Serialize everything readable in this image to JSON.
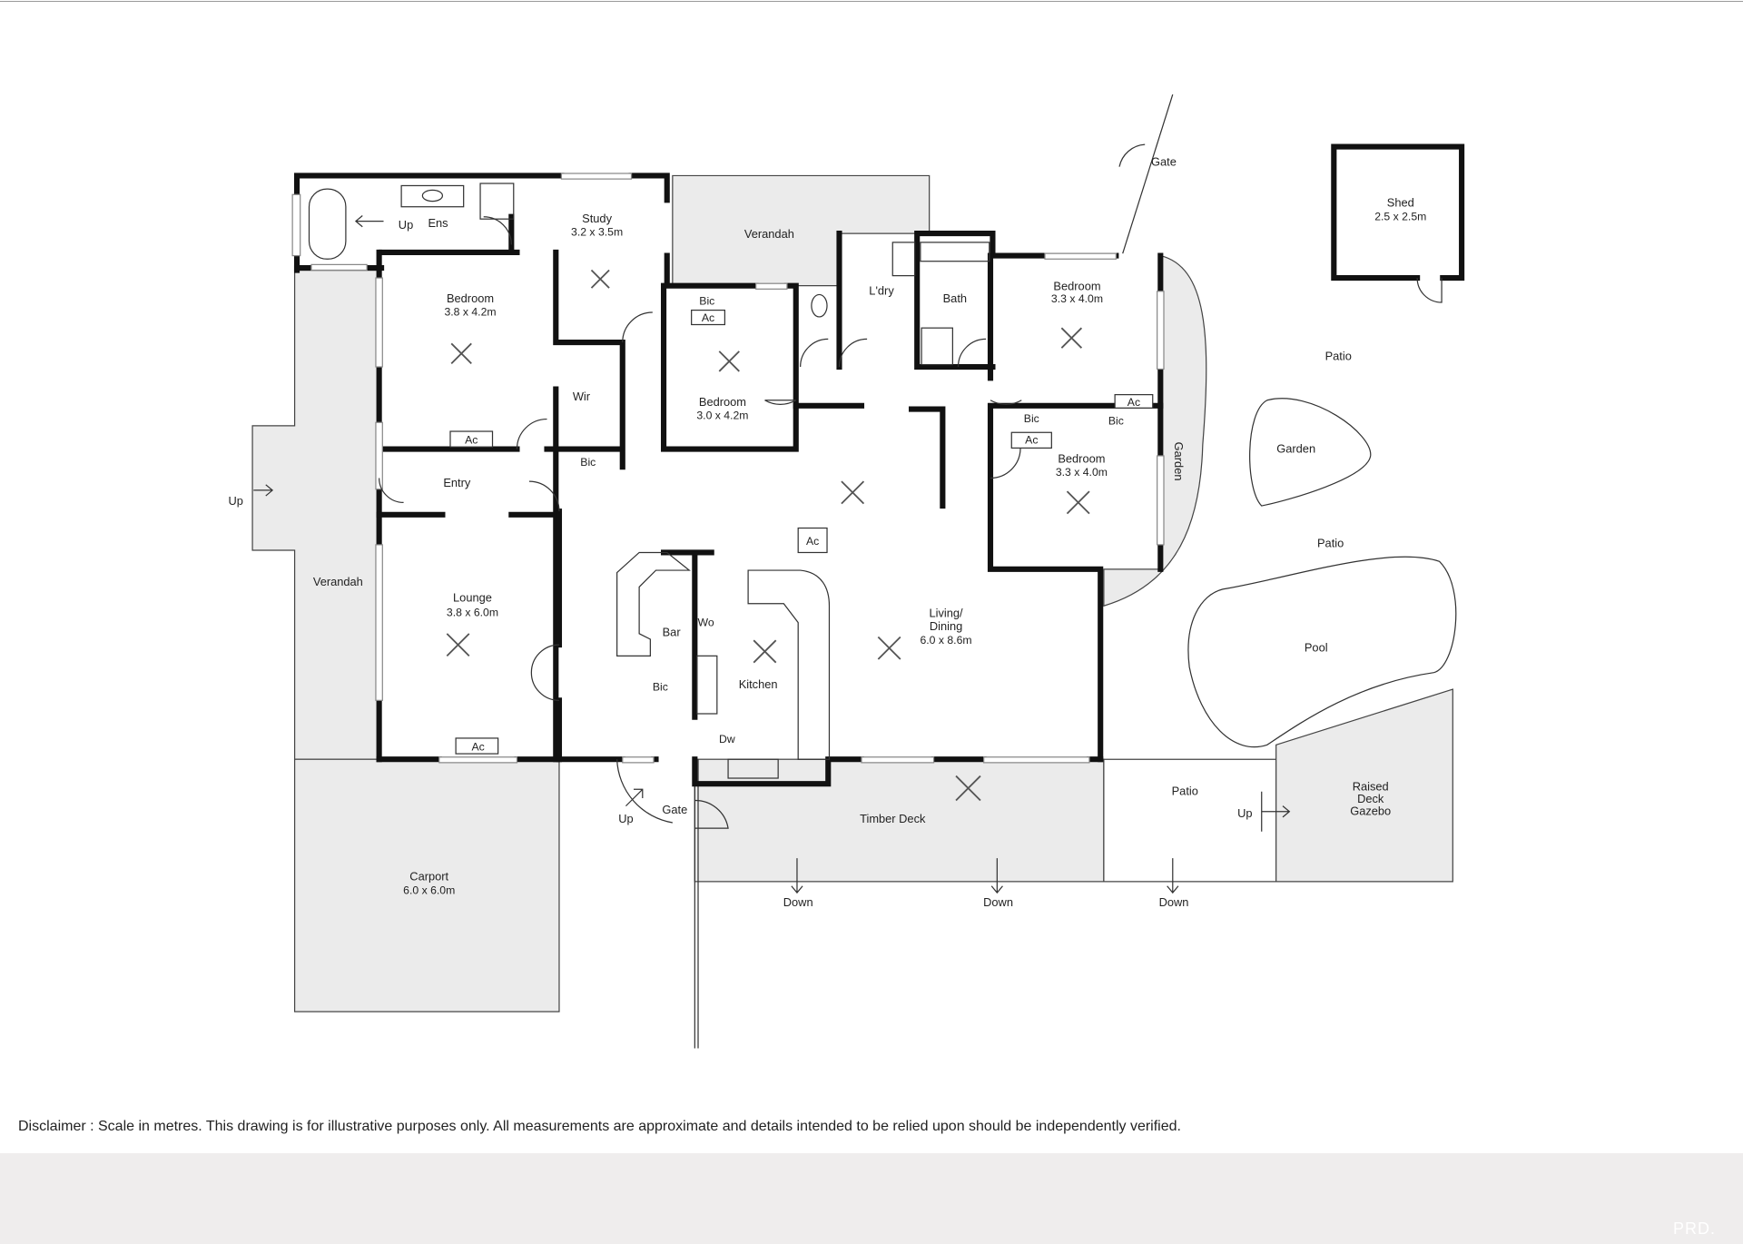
{
  "rooms": {
    "ens": "Ens",
    "study": {
      "name": "Study",
      "size": "3.2 x 3.5m"
    },
    "verandah_top": "Verandah",
    "laundry": "L'dry",
    "bath": "Bath",
    "bedroom1": {
      "name": "Bedroom",
      "size": "3.8 x 4.2m"
    },
    "bedroom2": {
      "name": "Bedroom",
      "size": "3.0 x 4.2m"
    },
    "bedroom3": {
      "name": "Bedroom",
      "size": "3.3 x 4.0m"
    },
    "bedroom4": {
      "name": "Bedroom",
      "size": "3.3 x 4.0m"
    },
    "wir": "Wir",
    "entry": "Entry",
    "lounge": {
      "name": "Lounge",
      "size": "3.8 x 6.0m"
    },
    "verandah_left": "Verandah",
    "bar": "Bar",
    "kitchen": "Kitchen",
    "living": {
      "line1": "Living/",
      "line2": "Dining",
      "size": "6.0 x 8.6m"
    },
    "carport": {
      "name": "Carport",
      "size": "6.0 x 6.0m"
    },
    "timber_deck": "Timber Deck",
    "garden_side": "Garden",
    "garden": "Garden",
    "pool": "Pool",
    "patio1": "Patio",
    "patio2": "Patio",
    "patio3": "Patio",
    "shed": {
      "name": "Shed",
      "size": "2.5 x 2.5m"
    },
    "gazebo": {
      "line1": "Raised",
      "line2": "Deck",
      "line3": "Gazebo"
    }
  },
  "fixtures": {
    "ac": "Ac",
    "bic": "Bic",
    "wo": "Wo",
    "dw": "Dw"
  },
  "markers": {
    "up": "Up",
    "down": "Down",
    "gate": "Gate"
  },
  "disclaimer": "Disclaimer : Scale in metres. This drawing is for illustrative purposes only. All measurements are approximate and details intended to be relied upon should be independently verified.",
  "logo": "PRD."
}
